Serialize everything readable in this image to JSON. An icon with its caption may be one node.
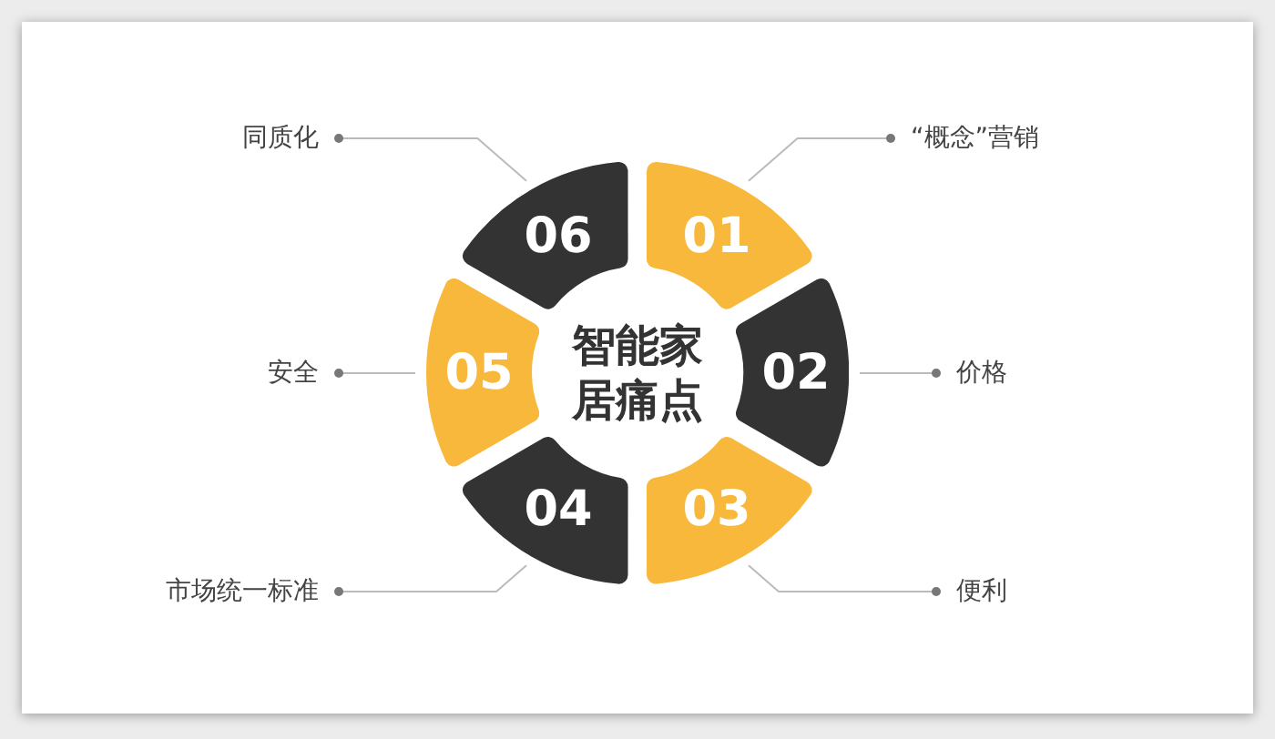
{
  "diagram": {
    "nodes": [
      {
        "text": [
          "智能家居痛点"
        ]
      },
      {
        "text": [
          "01"
        ]
      },
      {
        "text": [
          "02"
        ]
      },
      {
        "text": [
          "03"
        ]
      },
      {
        "text": [
          "04"
        ]
      },
      {
        "text": [
          "05"
        ]
      },
      {
        "text": [
          "06"
        ]
      },
      {
        "text": [
          "“概念”营销"
        ]
      },
      {
        "text": [
          "价格"
        ]
      },
      {
        "text": [
          "便利"
        ]
      },
      {
        "text": [
          "市场统一标准"
        ]
      },
      {
        "text": [
          "安全"
        ]
      },
      {
        "text": [
          "同质化"
        ]
      }
    ],
    "edges": [
      {
        "from": 7,
        "to": 1,
        "arrow": "other"
      },
      {
        "from": 8,
        "to": 2,
        "arrow": "other"
      },
      {
        "from": 9,
        "to": 3,
        "arrow": "other"
      },
      {
        "from": 10,
        "to": 4,
        "arrow": "other"
      },
      {
        "from": 11,
        "to": 5,
        "arrow": "other"
      },
      {
        "from": 12,
        "to": 6,
        "arrow": "other"
      }
    ]
  }
}
